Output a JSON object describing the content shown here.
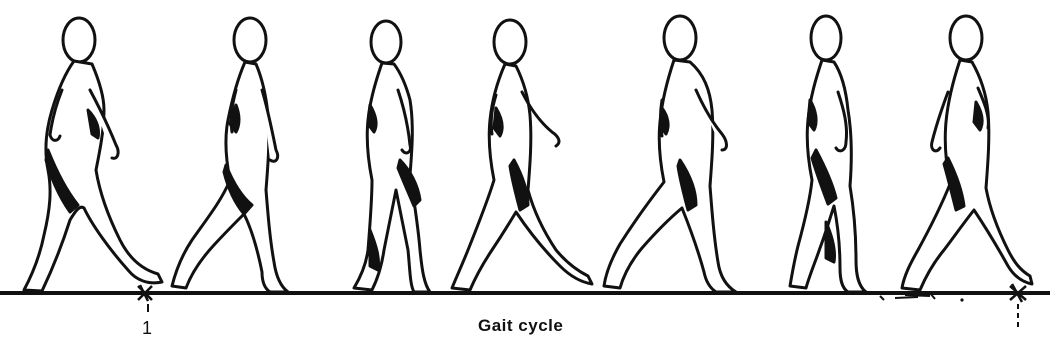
{
  "diagram": {
    "caption": "Gait cycle",
    "start_marker_label": "1",
    "figure_count": 7,
    "colors": {
      "ink": "#111111",
      "paper": "#ffffff"
    }
  }
}
